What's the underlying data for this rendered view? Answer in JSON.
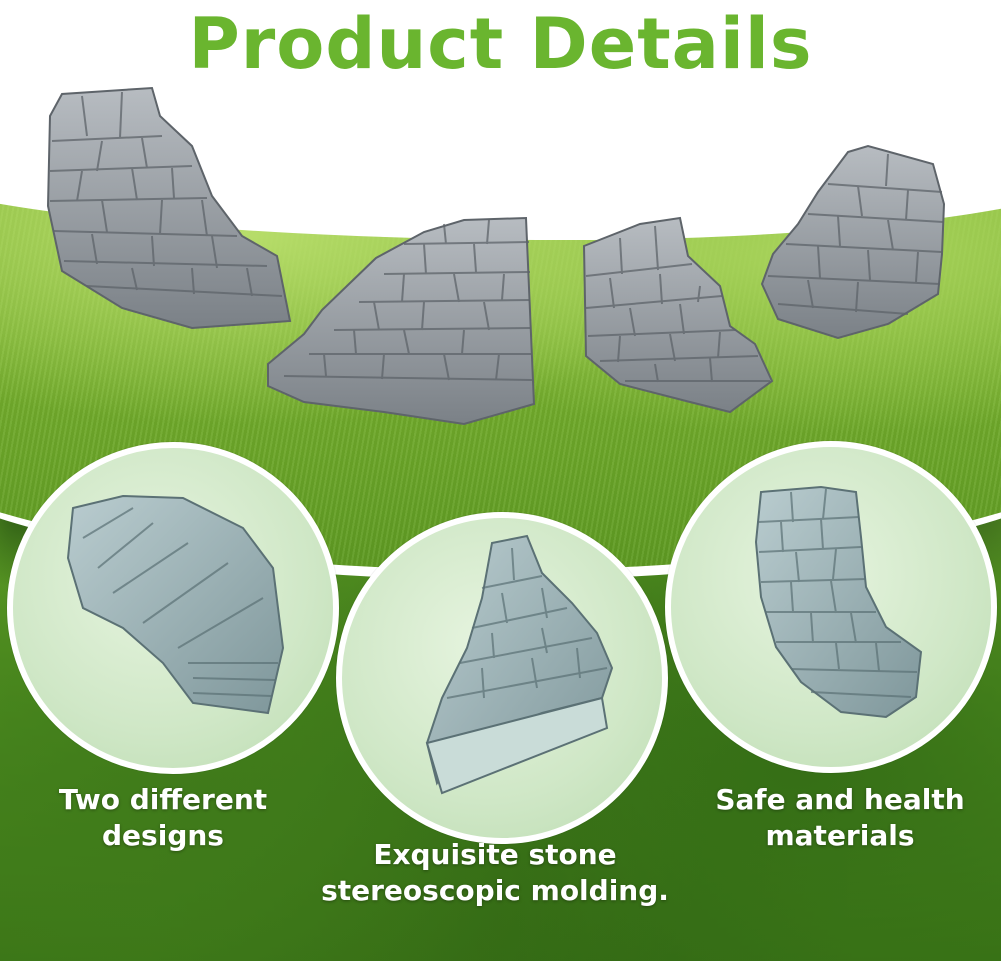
{
  "heading": {
    "title": "Product Details",
    "title_color": "#6ab52f"
  },
  "features": [
    {
      "line1": "Two different",
      "line2": "designs"
    },
    {
      "line1": "Exquisite stone",
      "line2": "stereoscopic molding."
    },
    {
      "line1": "Safe and health",
      "line2": "materials"
    }
  ],
  "colors": {
    "stone_base": "#8a9096",
    "stone_light": "#b7bcc1",
    "stone_dark": "#5e646a",
    "detail_stone_base": "#8fa6aa",
    "detail_stone_light": "#b9cccf",
    "grass_green": "#78b12f"
  },
  "stone_pieces": [
    {
      "id": "curved-stair-large",
      "kind": "curved staircase"
    },
    {
      "id": "corner-stair-left",
      "kind": "corner staircase"
    },
    {
      "id": "straight-stair",
      "kind": "straight staircase"
    },
    {
      "id": "curved-stair-right",
      "kind": "curved staircase"
    }
  ]
}
